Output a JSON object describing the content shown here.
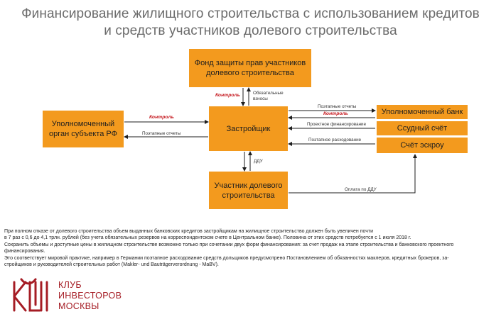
{
  "title": {
    "line1": "Финансирование жилищного строительства с использованием кредитов",
    "line2": "и средств участников долевого строительства"
  },
  "boxes": {
    "fund_line1": "Фонд защиты прав участников",
    "fund_line2": "долевого строительства",
    "authority_line1": "Уполномоченный",
    "authority_line2": "орган субъекта РФ",
    "developer": "Застройщик",
    "participant_line1": "Участник долевого",
    "participant_line2": "строительства",
    "bank": "Уполномоченный банк",
    "loan_account": "Ссудный счёт",
    "escrow_account": "Счёт эскроу"
  },
  "labels": {
    "control_fund": "Контроль",
    "mandatory_contributions_line1": "Обязательные",
    "mandatory_contributions_line2": "взносы",
    "control_authority": "Контроль",
    "stage_reports_left": "Поэтапные отчеты",
    "stage_reports_right": "Поэтапные отчеты",
    "control_bank": "Контроль",
    "project_financing": "Проектное финансирование",
    "stage_spending": "Поэтапное расходование",
    "ddu": "ДДУ",
    "ddu_payment": "Оплата по ДДУ"
  },
  "notes": {
    "p1_line1": "При полном отказе от долевого строительства объем выданных банковских кредитов застройщикам на жилищное строительство должен быть увеличен почти",
    "p1_line2": "в 7 раз с 0,6 до 4,1 трлн. рублей (без учета обязательных резервов на корреспондентском счете в Центральном банке). Половина от этих средств потребуется с 1 июля 2018 г.",
    "p2_line1": "Сохранить объемы и доступные цены в жилищном строительстве возможно только при сочетании двух форм финансирования: за счет продаж на этапе строительства и банковского проектного",
    "p2_line2": "финансирования.",
    "p3_line1": "Это соответствует мировой практике, например в Германии поэтапное расходование средств дольщиков предусмотрено  Постановлением об обязанностях маклеров, кредитных брокеров, за-",
    "p3_line2": "стройщиков и руководителей строительных работ (Makler- und Bauträgerverordnung - MaBV)."
  },
  "logo": {
    "line1": "КЛУБ",
    "line2": "ИНВЕСТОРОВ",
    "line3": "МОСКВЫ"
  },
  "colors": {
    "box_fill": "#f39a1e",
    "control_text": "#c4161c",
    "logo": "#a51c24",
    "title": "#6b6b6b"
  }
}
